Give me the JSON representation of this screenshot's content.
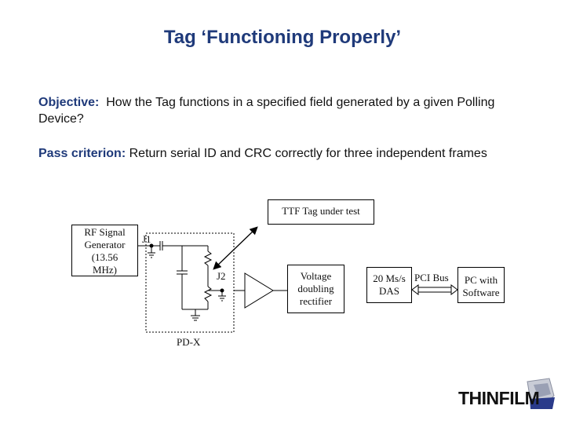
{
  "slide": {
    "title": "Tag ‘Functioning Properly’",
    "objective_label": "Objective:",
    "objective_text": "How the Tag functions in a specified field generated by a given Polling Device?",
    "pass_label": "Pass criterion:",
    "pass_text": "Return serial ID and CRC correctly for three independent frames"
  },
  "diagram": {
    "ttf_tag": "TTF Tag under test",
    "rf_generator": [
      "RF Signal",
      "Generator",
      "(13.56",
      "MHz)"
    ],
    "j1": "J1",
    "j2": "J2",
    "pdx": "PD-X",
    "rectifier": [
      "Voltage",
      "doubling",
      "rectifier"
    ],
    "das": [
      "20 Ms/s",
      "DAS"
    ],
    "pci_bus": "PCI Bus",
    "pc": [
      "PC with",
      "Software"
    ]
  },
  "logo": {
    "text": "THINFILM"
  }
}
